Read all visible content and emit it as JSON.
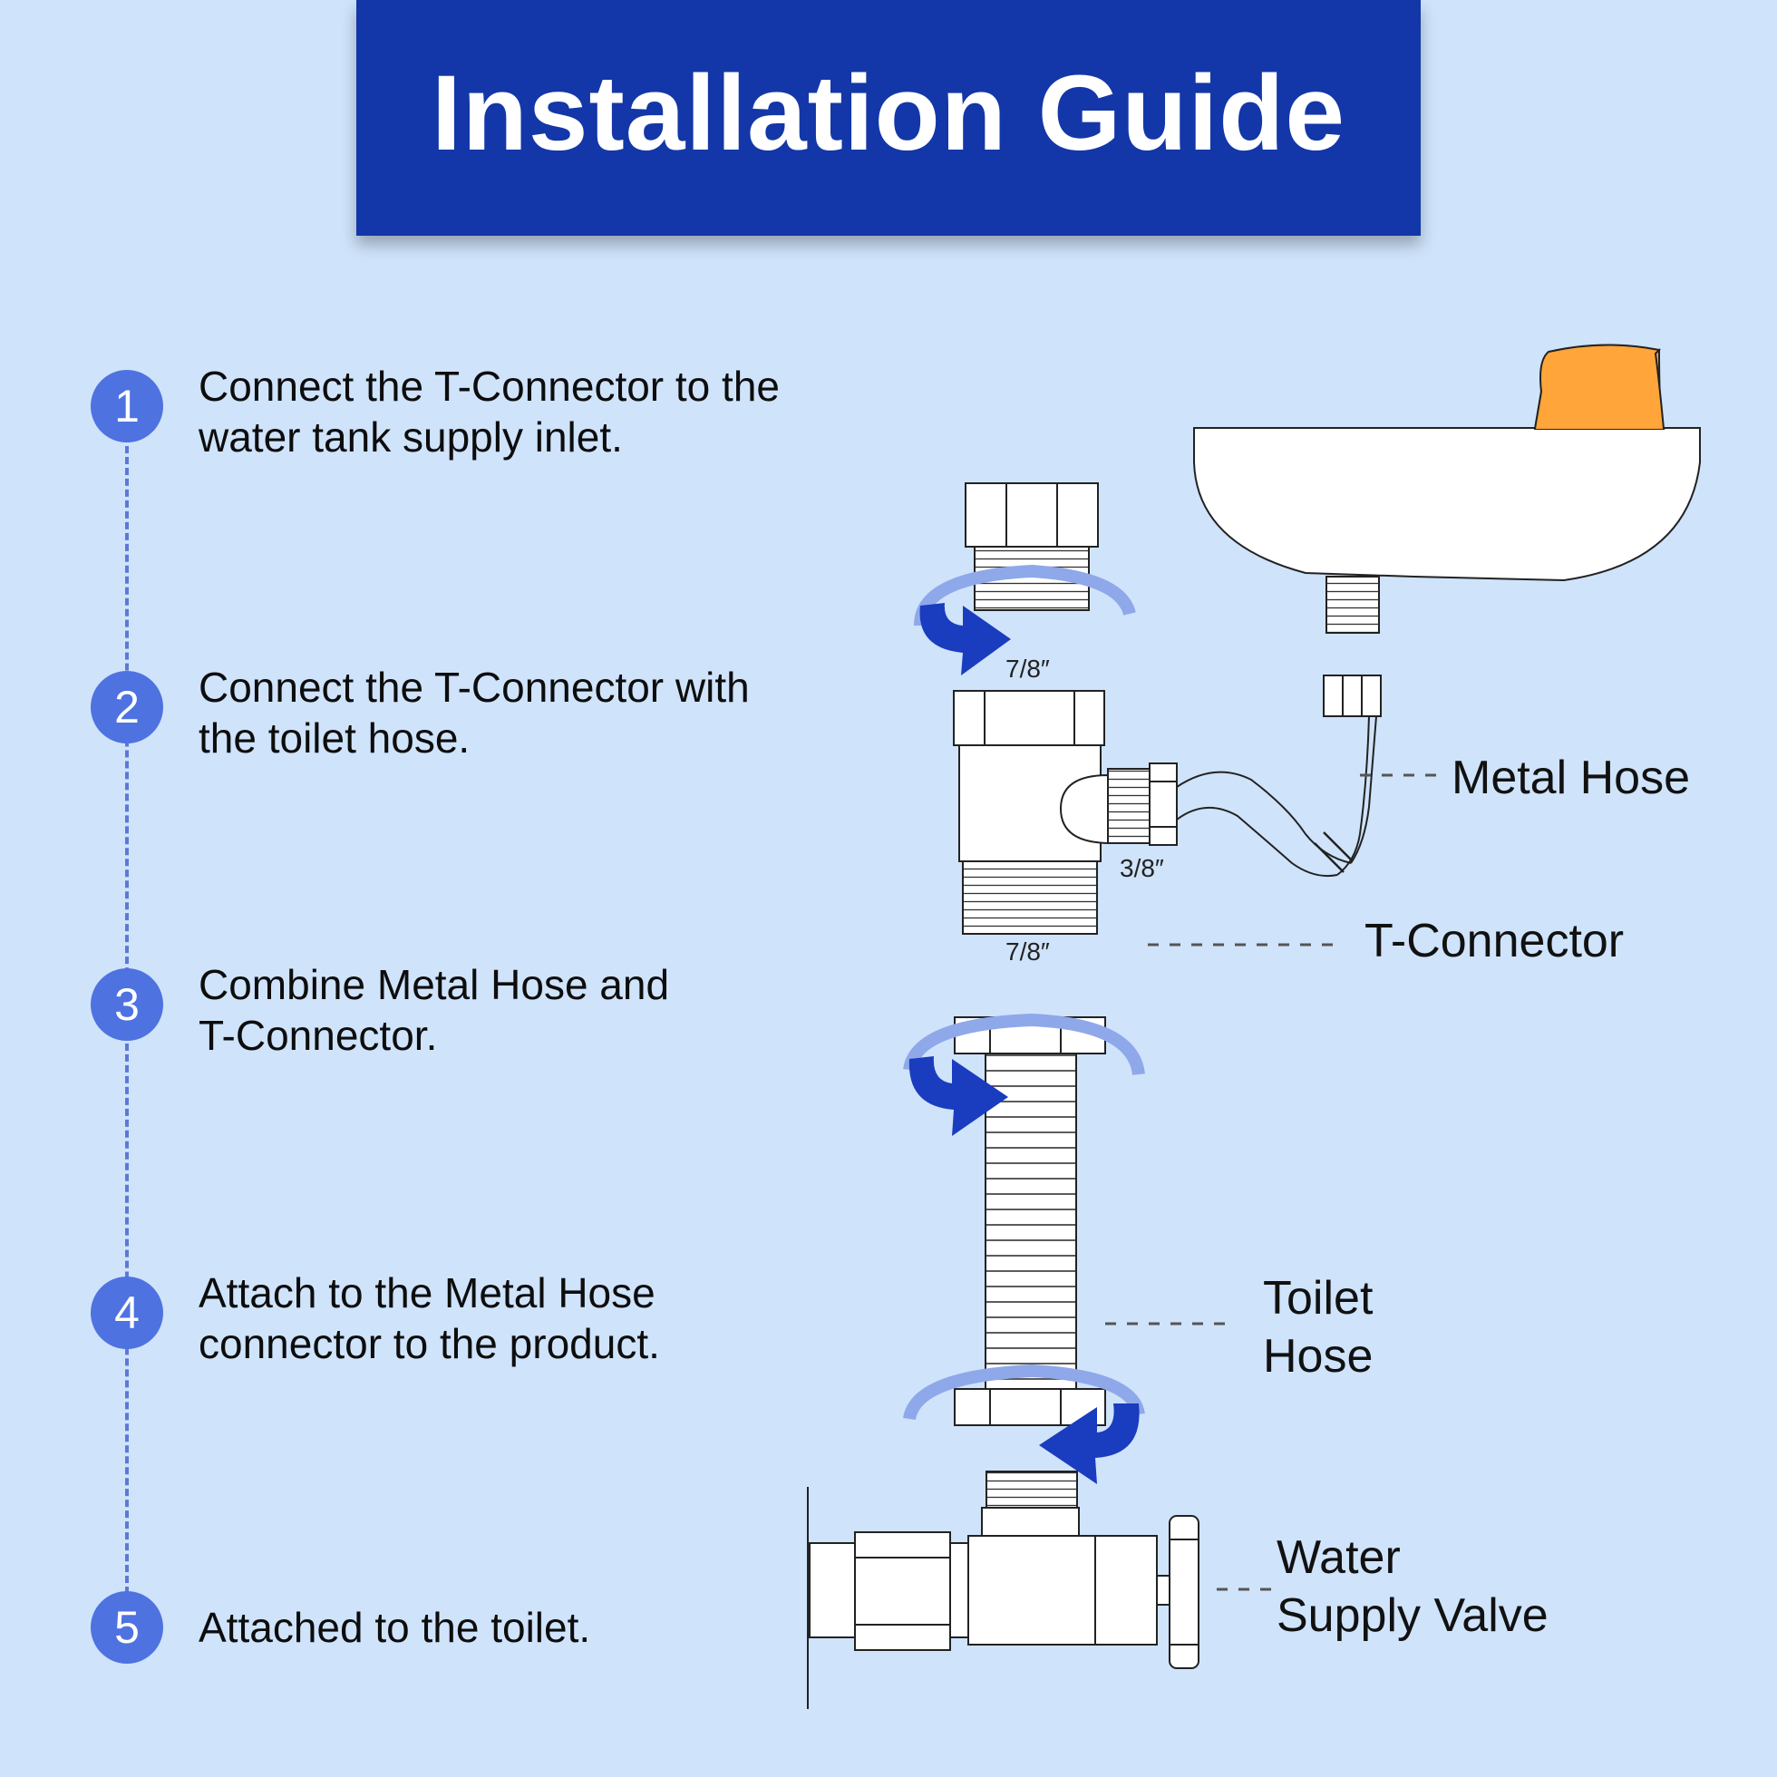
{
  "header": {
    "title": "Installation Guide"
  },
  "steps": [
    {
      "number": "1",
      "text": "Connect the T-Connector to the water tank supply inlet."
    },
    {
      "number": "2",
      "text": "Connect the T-Connector with the toilet hose."
    },
    {
      "number": "3",
      "text": "Combine Metal Hose and T-Connector."
    },
    {
      "number": "4",
      "text": "Attach to the Metal Hose connector to the product."
    },
    {
      "number": "5",
      "text": "Attached to the toilet."
    }
  ],
  "labels": {
    "metal_hose": "Metal Hose",
    "t_connector": "T-Connector",
    "toilet_hose_line1": "Toilet",
    "toilet_hose_line2": "Hose",
    "water_valve_line1": "Water",
    "water_valve_line2": "Supply Valve"
  },
  "dimensions": {
    "top_nut": "7/8″",
    "side_outlet": "3/8″",
    "bottom_thread": "7/8″"
  },
  "colors": {
    "banner": "#1337a8",
    "background": "#cfe3fb",
    "step_circle": "#4e72e0",
    "arrow": "#1a3cbf",
    "arrow_light": "#8ea8ea",
    "bidet_knob": "#ffa53a"
  }
}
